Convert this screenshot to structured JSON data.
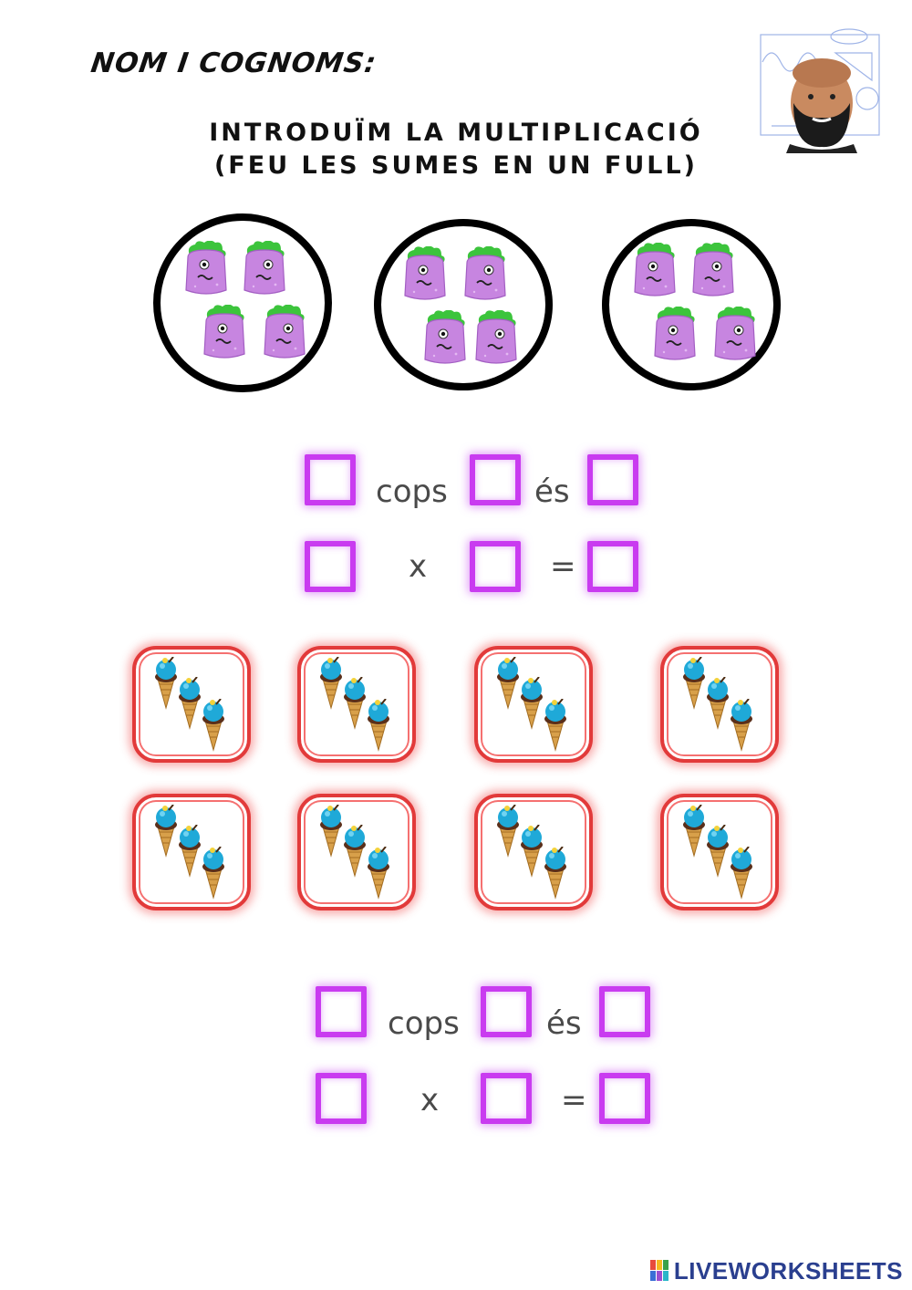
{
  "header": {
    "name_label": "NOM I COGNOMS:",
    "title_line1": "INTRODUÏM LA MULTIPLICACIÓ",
    "title_line2": "(FEU LES SUMES EN UN FULL)",
    "avatar_icon": "teacher-avatar-icon"
  },
  "exercise1": {
    "groups": 3,
    "items_per_group": 4,
    "item_icon": "purple-monster-icon",
    "sentence": {
      "word_times": "cops",
      "word_is": "és"
    },
    "equation": {
      "op_multiply": "x",
      "op_equals": "="
    }
  },
  "exercise2": {
    "groups": 8,
    "items_per_group": 3,
    "item_icon": "ice-cream-cone-icon",
    "sentence": {
      "word_times": "cops",
      "word_is": "és"
    },
    "equation": {
      "op_multiply": "x",
      "op_equals": "="
    }
  },
  "footer": {
    "brand": "LIVEWORKSHEETS"
  },
  "colors": {
    "answer_box": "#c93bf0",
    "ice_frame": "#e23a3a",
    "monster": "#c785e0",
    "brand": "#2a3f8f"
  }
}
